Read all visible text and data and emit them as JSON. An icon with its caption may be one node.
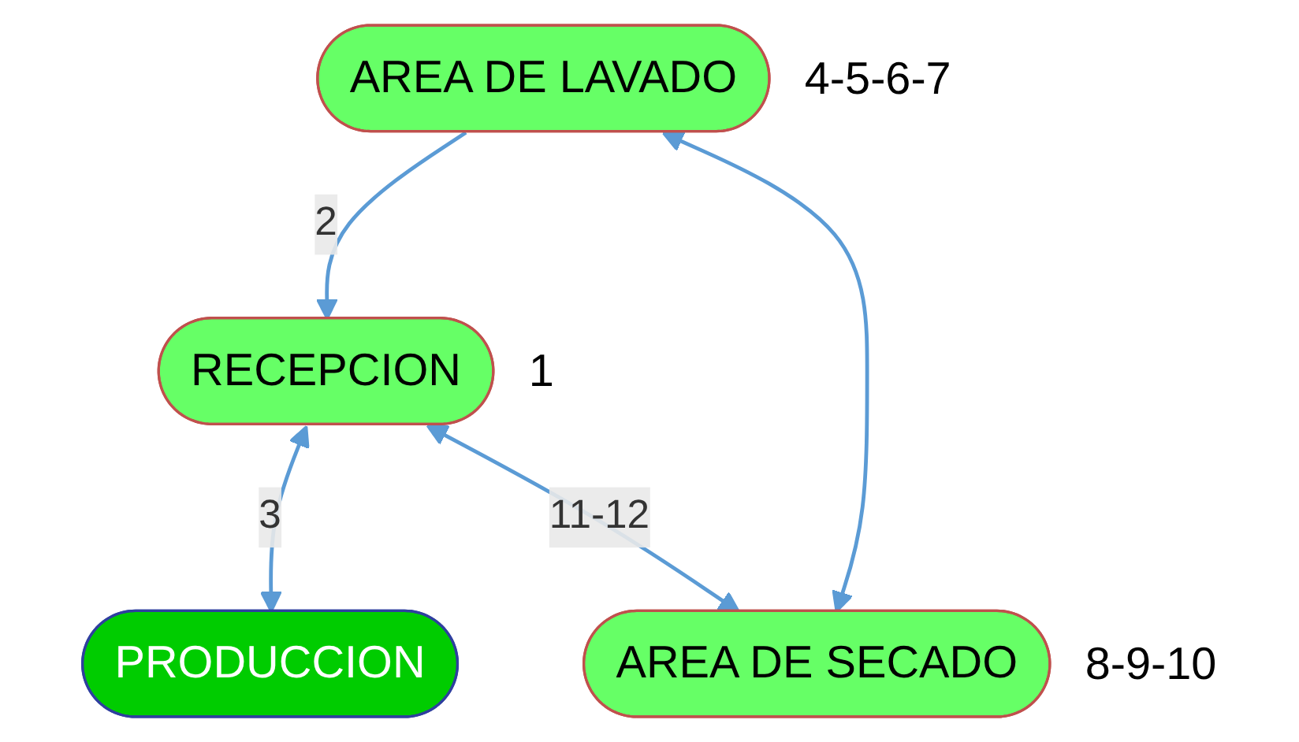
{
  "diagram": {
    "nodes": [
      {
        "text": [
          "RECEPCION"
        ],
        "beside": [
          "1"
        ]
      },
      {
        "text": [
          "AREA DE LAVADO"
        ],
        "beside": [
          "4-5-6-7"
        ]
      },
      {
        "text": [
          "PRODUCCION"
        ]
      },
      {
        "text": [
          "AREA DE SECADO"
        ],
        "beside": [
          "8-9-10"
        ]
      }
    ],
    "edges": [
      {
        "from": 0,
        "to": 2,
        "arrow": "both",
        "label": "3"
      },
      {
        "from": 1,
        "to": 0,
        "arrow": "to",
        "label": "2"
      },
      {
        "from": 1,
        "to": 3,
        "arrow": "both"
      },
      {
        "from": 0,
        "to": 3,
        "arrow": "both",
        "label": "11-12"
      }
    ]
  }
}
